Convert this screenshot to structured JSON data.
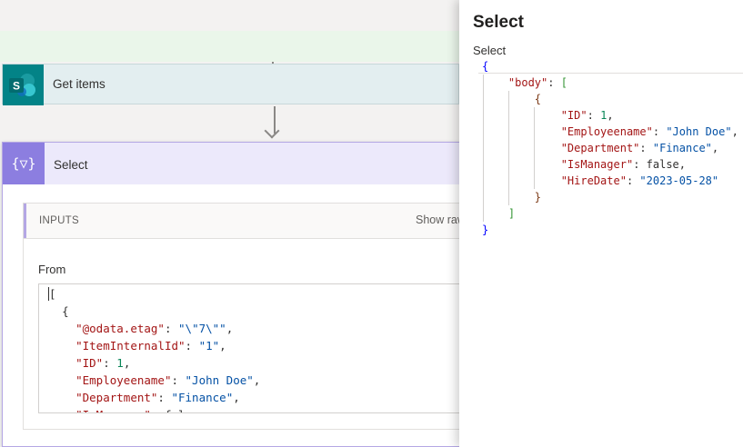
{
  "flow": {
    "get_items": {
      "title": "Get items",
      "icon": "sharepoint-icon",
      "icon_letter": "S",
      "color": "#038387"
    },
    "select_card": {
      "title": "Select",
      "icon": "select-data-operation-icon",
      "icon_glyph": "{▽}",
      "color": "#8c7ee0"
    }
  },
  "inputs": {
    "label": "INPUTS",
    "show_raw": "Show raw",
    "from_label": "From",
    "from_lines": [
      "[",
      "  {",
      "    \"@odata.etag\": \"\\\"7\\\"\",",
      "    \"ItemInternalId\": \"1\",",
      "    \"ID\": 1,",
      "    \"Employeename\": \"John Doe\",",
      "    \"Department\": \"Finance\",",
      "    \"IsManager\": false,"
    ]
  },
  "panel": {
    "title": "Select",
    "subtitle": "Select",
    "json_lines": [
      "{",
      "    \"body\": [",
      "        {",
      "            \"ID\": 1,",
      "            \"Employeename\": \"John Doe\",",
      "            \"Department\": \"Finance\",",
      "            \"IsManager\": false,",
      "            \"HireDate\": \"2023-05-28\"",
      "        }",
      "    ]",
      "}"
    ]
  },
  "colors": {
    "json_key": "#a31515",
    "json_string": "#0451a5",
    "json_number": "#098658",
    "json_bool": "#0000ff",
    "accent_select": "#8c7ee0",
    "sharepoint_teal": "#038387"
  }
}
